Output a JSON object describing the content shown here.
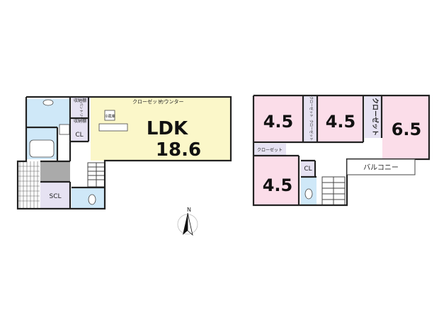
{
  "floor1": {
    "ldk_label": "LDK",
    "ldk_size": "18.6",
    "closet_label": "クローゼット",
    "counter_label": "カウンター",
    "storage_top": "収納棚",
    "storage_bottom": "収納棚",
    "pantry_label": "パントリー",
    "cl_label": "CL",
    "scl_label": "SCL",
    "kitchen_label": "冷蔵庫"
  },
  "floor2": {
    "room_a": "4.5",
    "room_b": "4.5",
    "room_c": "6.5",
    "room_d": "4.5",
    "closet_vertical": "クローゼット",
    "closet_a": "クローゼット",
    "closet_b": "クローゼット",
    "closet_d": "クローゼット",
    "cl_label": "CL",
    "balcony_label": "バルコニー"
  },
  "compass": {
    "north_label": "N"
  },
  "colors": {
    "ldk": "#fbf7c9",
    "wet": "#cfe8f8",
    "bedroom": "#fbdde9",
    "storage": "#e6e2f2",
    "stairs": "#ffffff"
  }
}
